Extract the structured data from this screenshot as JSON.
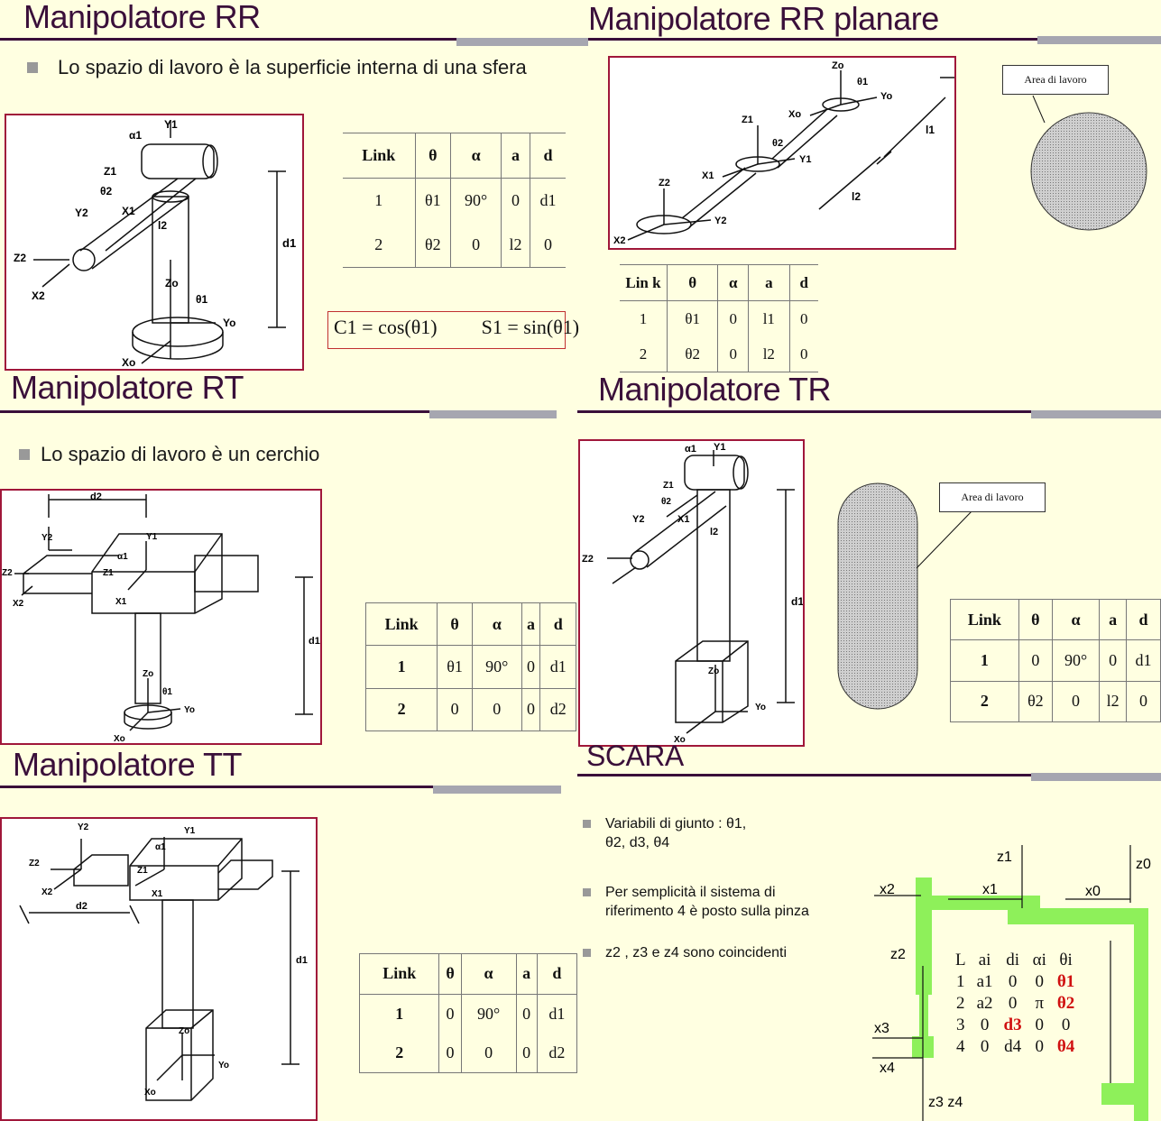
{
  "panels": {
    "rr": {
      "title": "Manipolatore RR",
      "bullet": "Lo spazio di lavoro è la superficie interna di una sfera",
      "table": {
        "headers": [
          "Link",
          "θ",
          "α",
          "a",
          "d"
        ],
        "rows": [
          [
            "1",
            "θ1",
            "90°",
            "0",
            "d1"
          ],
          [
            "2",
            "θ2",
            "0",
            "l2",
            "0"
          ]
        ]
      },
      "formula_left": "C1 = cos(θ1)",
      "formula_right": "S1 = sin(θ1)",
      "labels": {
        "y1": "Y1",
        "a1": "α1",
        "z1": "Z1",
        "th2": "θ2",
        "x1": "X1",
        "y2": "Y2",
        "l2": "l2",
        "z2": "Z2",
        "x2": "X2",
        "d1": "d1",
        "zo": "Zo",
        "th1": "θ1",
        "yo": "Yo",
        "xo": "Xo"
      }
    },
    "rr_planare": {
      "title": "Manipolatore RR planare",
      "area_label": "Area di lavoro",
      "table": {
        "headers": [
          "Lin k",
          "θ",
          "α",
          "a",
          "d"
        ],
        "rows": [
          [
            "1",
            "θ1",
            "0",
            "l1",
            "0"
          ],
          [
            "2",
            "θ2",
            "0",
            "l2",
            "0"
          ]
        ]
      },
      "labels": {
        "zo": "Zo",
        "th1": "θ1",
        "yo": "Yo",
        "xo": "Xo",
        "z1": "Z1",
        "th2": "θ2",
        "x1": "X1",
        "y1": "Y1",
        "l1": "l1",
        "l2": "l2",
        "z2": "Z2",
        "y2": "Y2",
        "x2": "X2"
      }
    },
    "rt": {
      "title": "Manipolatore RT",
      "bullet": "Lo spazio di lavoro è un cerchio",
      "table": {
        "headers": [
          "Link",
          "θ",
          "α",
          "a",
          "d"
        ],
        "rows": [
          [
            "1",
            "θ1",
            "90°",
            "0",
            "d1"
          ],
          [
            "2",
            "0",
            "0",
            "0",
            "d2"
          ]
        ]
      },
      "labels": {
        "d2": "d2",
        "y2": "Y2",
        "y1": "Y1",
        "a1": "α1",
        "z2": "Z2",
        "z1": "Z1",
        "x2": "X2",
        "x1": "X1",
        "d1": "d1",
        "zo": "Zo",
        "th1": "θ1",
        "yo": "Yo",
        "xo": "Xo"
      }
    },
    "tr": {
      "title": "Manipolatore TR",
      "area_label": "Area di lavoro",
      "table": {
        "headers": [
          "Link",
          "θ",
          "α",
          "a",
          "d"
        ],
        "rows": [
          [
            "1",
            "0",
            "90°",
            "0",
            "d1"
          ],
          [
            "2",
            "θ2",
            "0",
            "l2",
            "0"
          ]
        ]
      },
      "labels": {
        "a1": "α1",
        "y1": "Y1",
        "z1": "Z1",
        "th2": "θ2",
        "y2": "Y2",
        "x1": "X1",
        "l2": "l2",
        "z2": "Z2",
        "d1": "d1",
        "zo": "Zo",
        "yo": "Yo",
        "xo": "Xo"
      }
    },
    "tt": {
      "title": "Manipolatore TT",
      "table": {
        "headers": [
          "Link",
          "θ",
          "α",
          "a",
          "d"
        ],
        "rows": [
          [
            "1",
            "0",
            "90°",
            "0",
            "d1"
          ],
          [
            "2",
            "0",
            "0",
            "0",
            "d2"
          ]
        ]
      },
      "labels": {
        "y2": "Y2",
        "y1": "Y1",
        "z2": "Z2",
        "a1": "α1",
        "z1": "Z1",
        "x2": "X2",
        "x1": "X1",
        "d2": "d2",
        "d1": "d1",
        "zo": "Zo",
        "yo": "Yo",
        "xo": "Xo"
      }
    },
    "scara": {
      "title": "SCARA",
      "bullets": [
        "Variabili di giunto : θ1, θ2, d3, θ4",
        "Per semplicità il sistema di riferimento 4 è posto sulla pinza",
        "z2 , z3 e z4 sono coincidenti"
      ],
      "table": {
        "headers": [
          "L",
          "ai",
          "di",
          "αi",
          "θi"
        ],
        "rows": [
          [
            "1",
            "a1",
            "0",
            "0",
            "θ1"
          ],
          [
            "2",
            "a2",
            "0",
            "π",
            "θ2"
          ],
          [
            "3",
            "0",
            "d3",
            "0",
            "0"
          ],
          [
            "4",
            "0",
            "d4",
            "0",
            "θ4"
          ]
        ]
      },
      "labels": {
        "z1": "z1",
        "z0": "z0",
        "x2": "x2",
        "x1": "x1",
        "x0": "x0",
        "z2": "z2",
        "x3": "x3",
        "x4": "x4",
        "z3z4": "z3 z4"
      }
    }
  },
  "colors": {
    "title": "#3a0f3a",
    "frame": "#a0173a",
    "accent_green": "#8ef05a",
    "highlight_red": "#d01010",
    "background": "#ffffe1"
  }
}
